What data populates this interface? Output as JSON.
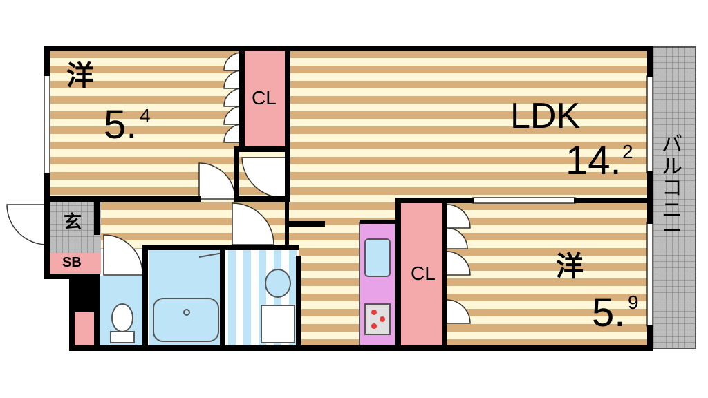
{
  "rooms": {
    "west_room_1": {
      "name": "洋",
      "size_main": "5.",
      "size_sub": "4"
    },
    "ldk": {
      "name": "LDK",
      "size_main": "14.",
      "size_sub": "2"
    },
    "west_room_2": {
      "name": "洋",
      "size_main": "5.",
      "size_sub": "9"
    },
    "entrance": {
      "name": "玄"
    },
    "shoe_box": {
      "name": "SB"
    },
    "closet_top": {
      "name": "CL"
    },
    "closet_mid": {
      "name": "CL"
    },
    "balcony": {
      "name": "バルコニー"
    }
  },
  "colors": {
    "floor_light": "#FFF7D7",
    "floor_dark": "#D8AE7A",
    "closet": "#F4AAAA",
    "wet_area": "#BEE5F7",
    "kitchen": "#E8A2E8",
    "balcony": "#BEBEBE",
    "wall": "#000000"
  }
}
